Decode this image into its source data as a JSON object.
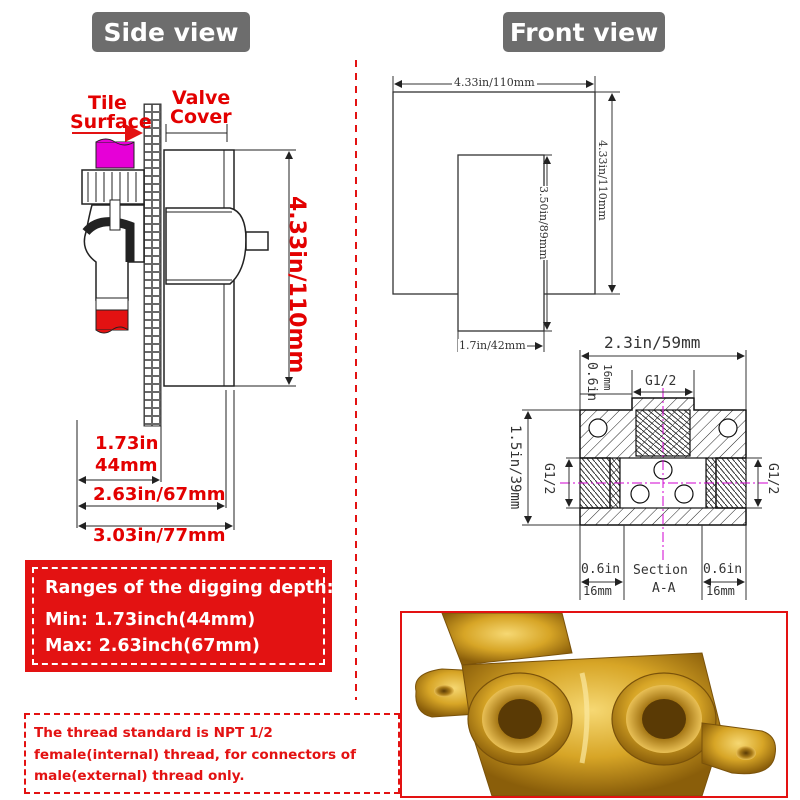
{
  "side_view": {
    "title": "Side view",
    "tile_label_line1": "Tile",
    "tile_label_line2": "Surface",
    "valve_label_line1": "Valve",
    "valve_label_line2": "Cover",
    "height_dim": "4.33in/110mm",
    "dim_min_line1": "1.73in",
    "dim_min_line2": "44mm",
    "dim_max": "2.63in/67mm",
    "dim_total": "3.03in/77mm"
  },
  "front_view": {
    "title": "Front view",
    "width_dim": "4.33in/110mm",
    "height_dim": "4.33in/110mm",
    "handle_height_dim": "3.50in/89mm",
    "handle_width_dim": "1.7in/42mm"
  },
  "section": {
    "width_dim": "2.3in/59mm",
    "height_dim": "1.5in/39mm",
    "top_offset_in": "0.6in",
    "top_offset_mm": "16mm",
    "thread_top": "G1/2",
    "thread_left": "G1/2",
    "thread_right": "G1/2",
    "bottom_left_in": "0.6in",
    "bottom_left_mm": "16mm",
    "bottom_right_in": "0.6in",
    "bottom_right_mm": "16mm",
    "section_label_line1": "Section",
    "section_label_line2": "A-A"
  },
  "digging_depth": {
    "title": "Ranges of the digging depth:",
    "min_line": "Min:  1.73inch(44mm)",
    "max_line": "Max:  2.63inch(67mm)"
  },
  "note": {
    "text": "The thread standard is NPT 1/2 female(internal) thread, for connectors of male(external) thread only."
  },
  "colors": {
    "accent_red": "#e31212",
    "pill_gray": "#6d6d6d",
    "brass": "#d4a21c"
  }
}
